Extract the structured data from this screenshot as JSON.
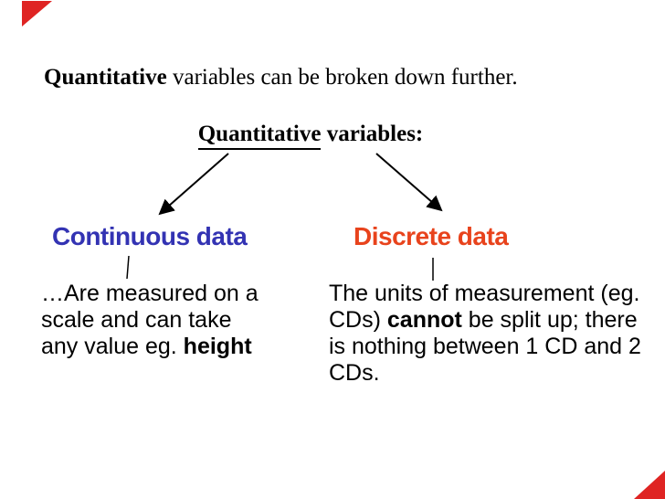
{
  "slide": {
    "background": "#ffffff",
    "accent_color": "#df2423",
    "title": {
      "lead_bold": "Quantitative",
      "rest": " variables can be broken down further."
    },
    "heading": {
      "underlined_bold": "Quantitative",
      "rest_bold": " variables:"
    },
    "left_branch": {
      "label": "Continuous data",
      "label_color": "#3333b3",
      "description_lines": [
        [
          {
            "t": "…Are measured on a"
          }
        ],
        [
          {
            "t": "scale and can take"
          }
        ],
        [
          {
            "t": "any value eg. "
          },
          {
            "t": "height",
            "b": true
          }
        ]
      ]
    },
    "right_branch": {
      "label": "Discrete data",
      "label_color": "#e8431c",
      "description_lines": [
        [
          {
            "t": "The units of measurement (eg."
          }
        ],
        [
          {
            "t": "CDs) "
          },
          {
            "t": "cannot",
            "b": true
          },
          {
            "t": " be split up; there"
          }
        ],
        [
          {
            "t": "is nothing between 1 CD and 2"
          }
        ],
        [
          {
            "t": "CDs."
          }
        ]
      ]
    }
  }
}
